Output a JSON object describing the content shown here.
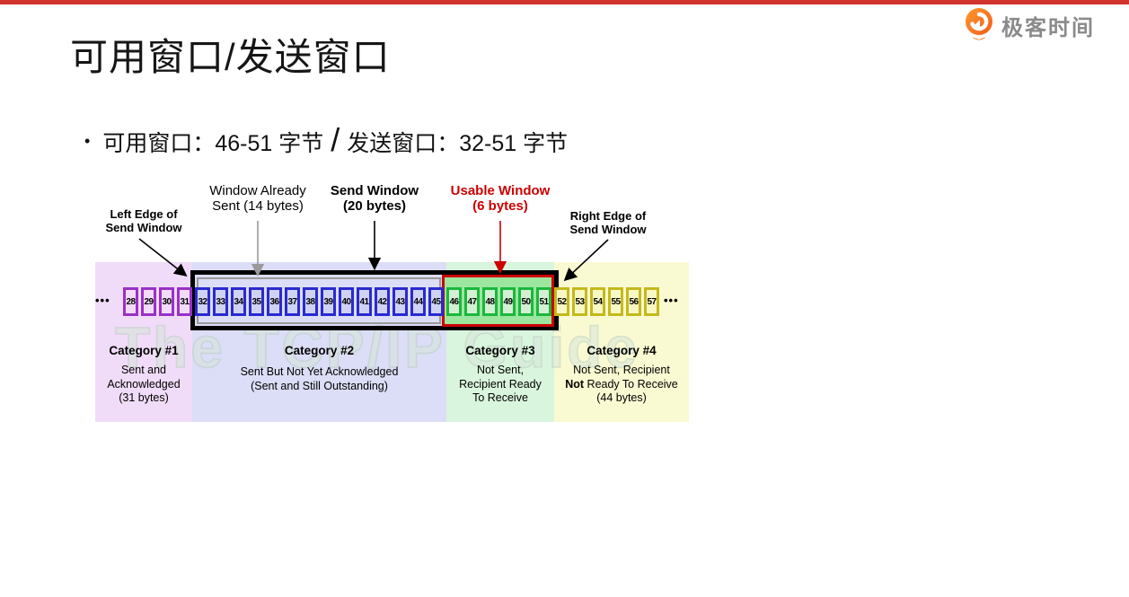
{
  "page": {
    "topbar_color": "#d0342c",
    "background": "#ffffff"
  },
  "brand": {
    "name": "极客时间",
    "icon": "geektime-logo-icon",
    "icon_color": "#f56a1d",
    "text_color": "#8a8a8a"
  },
  "title": "可用窗口/发送窗口",
  "bullet": {
    "marker": "•",
    "usable_part": "可用窗口：46-51 字节",
    "separator": "/",
    "send_part": "发送窗口：32-51 字节"
  },
  "diagram": {
    "watermark": "The TCP/IP Guide",
    "ellipsis": "•••",
    "pointer_labels": {
      "left_edge": {
        "line1": "Left Edge of",
        "line2": "Send Window",
        "color": "#000000"
      },
      "already_sent": {
        "line1": "Window Already",
        "line2": "Sent (14 bytes)",
        "color": "#7d7d7d"
      },
      "send_window": {
        "line1": "Send Window",
        "line2": "(20 bytes)",
        "color": "#000000"
      },
      "usable_window": {
        "line1": "Usable Window",
        "line2": "(6 bytes)",
        "color": "#cc0000"
      },
      "right_edge": {
        "line1": "Right Edge of",
        "line2": "Send Window",
        "color": "#000000"
      }
    },
    "cell_groups": [
      {
        "category": 1,
        "from": 28,
        "to": 31,
        "border": "#9b30c8",
        "fill": "#f3dcfa"
      },
      {
        "category": 2,
        "from": 32,
        "to": 45,
        "border": "#2a2ad0",
        "fill": "#cfd3f3"
      },
      {
        "category": 3,
        "from": 46,
        "to": 51,
        "border": "#1ab83c",
        "fill": "#d4efd4"
      },
      {
        "category": 4,
        "from": 52,
        "to": 57,
        "border": "#c5b91c",
        "fill": "#f8f8c6"
      }
    ],
    "bands": [
      {
        "color": "#f0dcf8"
      },
      {
        "color": "#dcddf6"
      },
      {
        "color": "#d9f5dd"
      },
      {
        "color": "#fafad2"
      }
    ],
    "usable_box_fill": "#9ce69f",
    "categories": [
      {
        "name": "Category #1",
        "lines": [
          "Sent and",
          "Acknowledged",
          "(31 bytes)"
        ]
      },
      {
        "name": "Category #2",
        "lines": [
          "Sent But Not Yet Acknowledged",
          "(Sent and Still Outstanding)"
        ]
      },
      {
        "name": "Category #3",
        "lines": [
          "Not Sent,",
          "Recipient Ready",
          "To Receive"
        ]
      },
      {
        "name": "Category #4",
        "line1": "Not Sent, Recipient",
        "line2_bold": "Not",
        "line2_rest": " Ready To Receive",
        "line3": "(44 bytes)"
      }
    ]
  }
}
